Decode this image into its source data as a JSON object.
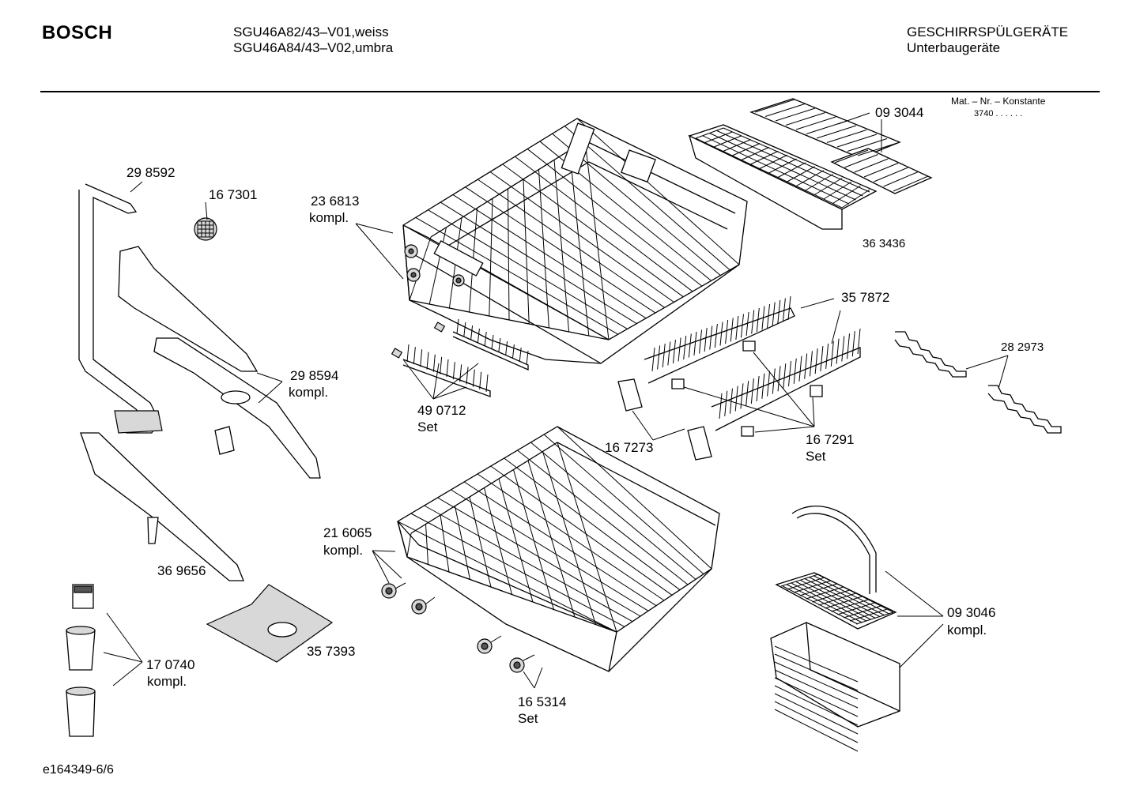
{
  "header": {
    "brand": "BOSCH",
    "model_line_1": "SGU46A82/43–V01,weiss",
    "model_line_2": "SGU46A84/43–V02,umbra",
    "category": "GESCHIRRSPÜLGERÄTE",
    "subcategory": "Unterbaugeräte",
    "mat_label": "Mat. – Nr. – Konstante",
    "mat_value": "3740  .  .    .  .  .  ."
  },
  "parts": {
    "p093044": "09 3044",
    "p298592": "29 8592",
    "p167301": "16 7301",
    "p236813": "23 6813",
    "p236813_note": "kompl.",
    "p363436": "36 3436",
    "p357872": "35 7872",
    "p282973": "28 2973",
    "p298594": "29 8594",
    "p298594_note": "kompl.",
    "p490712": "49 0712",
    "p490712_note": "Set",
    "p167273": "16 7273",
    "p167291": "16 7291",
    "p167291_note": "Set",
    "p216065": "21 6065",
    "p216065_note": "kompl.",
    "p369656": "36 9656",
    "p093046": "09 3046",
    "p093046_note": "kompl.",
    "p357393": "35 7393",
    "p170740": "17 0740",
    "p170740_note": "kompl.",
    "p165314": "16 5314",
    "p165314_note": "Set"
  },
  "footer": {
    "doc_id": "e164349-6/6"
  }
}
